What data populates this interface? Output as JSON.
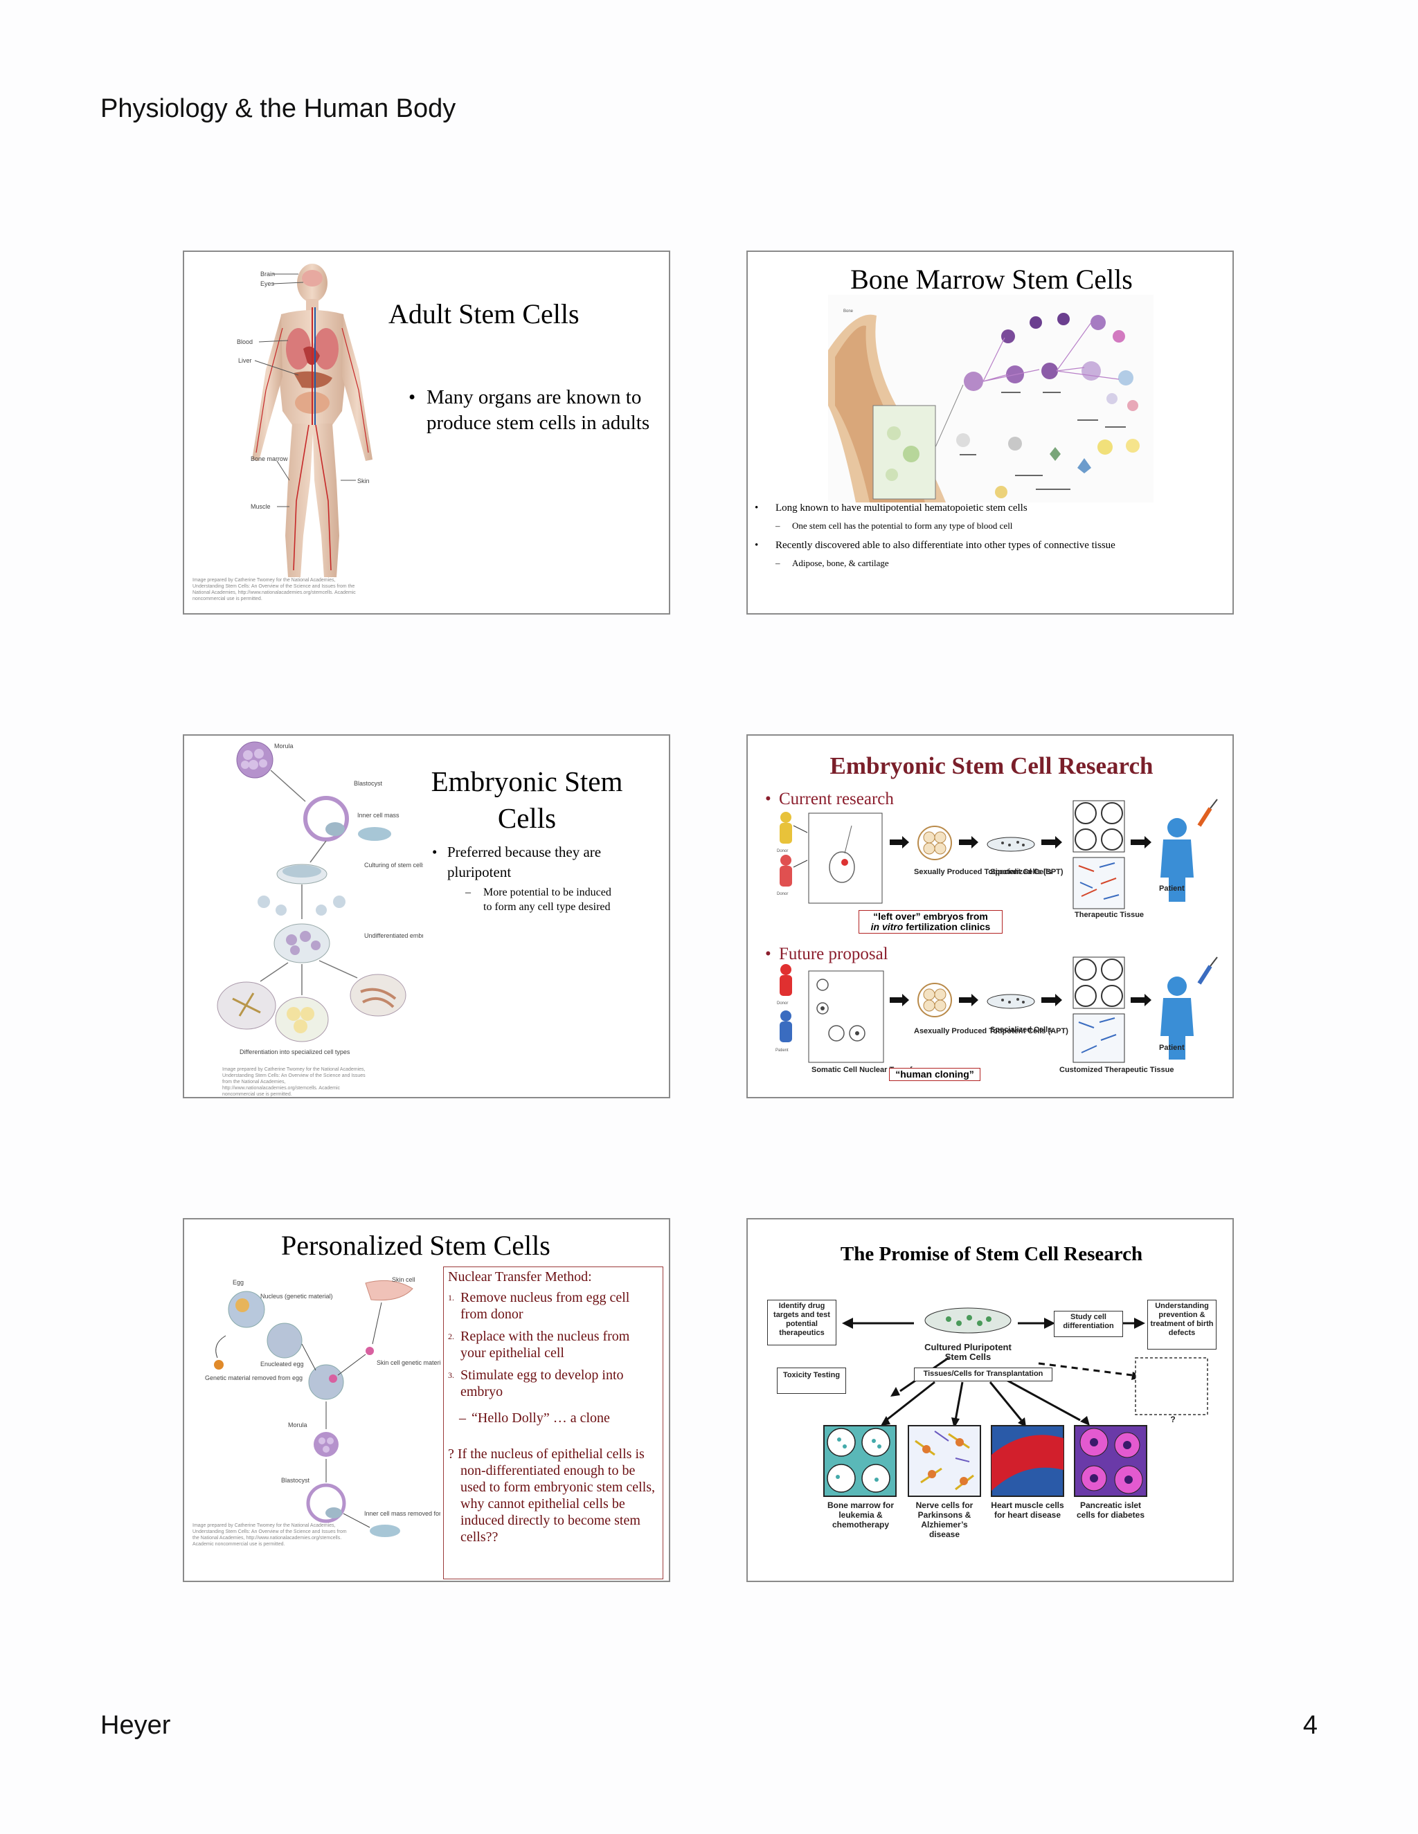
{
  "header": {
    "title": "Physiology & the Human Body"
  },
  "footer": {
    "author": "Heyer",
    "page_number": "4"
  },
  "slides": [
    {
      "title": "Adult Stem Cells",
      "bullets": [
        "Many organs are known to produce stem cells in adults"
      ],
      "figure_labels": [
        "Brain",
        "Eyes",
        "Blood",
        "Liver",
        "Bone marrow",
        "Skin",
        "Muscle"
      ],
      "credit": "Image prepared by Catherine Twomey for the National Academies, Understanding Stem Cells: An Overview of the Science and Issues from the National Academies, http://www.nationalacademies.org/stemcells. Academic noncommercial use is permitted."
    },
    {
      "title": "Bone Marrow Stem Cells",
      "bullets": [
        {
          "text": "Long known to have multipotential hematopoietic stem cells",
          "sub": "One stem cell has the potential to form any type of blood cell"
        },
        {
          "text": "Recently discovered able to also differentiate into other types of connective tissue",
          "sub": "Adipose, bone, & cartilage"
        }
      ],
      "figure_labels": [
        "Bone"
      ]
    },
    {
      "title": "Embryonic Stem Cells",
      "bullets": [
        {
          "text": "Preferred because they are pluripotent",
          "sub": "More potential to be induced to form any cell type desired"
        }
      ],
      "figure_labels": [
        "Morula",
        "Blastocyst",
        "Inner cell mass",
        "Culturing of stem cells",
        "Undifferentiated embryonic stem cells",
        "Differentiation into specialized cell types"
      ],
      "credit": "Image prepared by Catherine Twomey for the National Academies, Understanding Stem Cells: An Overview of the Science and Issues from the National Academies, http://www.nationalacademies.org/stemcells. Academic noncommercial use is permitted."
    },
    {
      "title": "Embryonic Stem Cell Research",
      "current": {
        "heading": "Current research",
        "labels": [
          "Donor",
          "Donor",
          "Sexually Produced Totipotent Cells (SPT)",
          "Specialized Cells",
          "Therapeutic Tissue",
          "Patient"
        ],
        "box": [
          "“left over” embryos from",
          "in vitro",
          "fertilization clinics"
        ]
      },
      "future": {
        "heading": "Future proposal",
        "labels": [
          "Donor",
          "Patient",
          "Somatic Cell Nuclear Transfer",
          "Asexually Produced Totipotent Cells (APT)",
          "Specialized Cells",
          "Customized Therapeutic Tissue",
          "Patient"
        ],
        "box": "“human cloning”"
      }
    },
    {
      "title": "Personalized Stem Cells",
      "method_heading": "Nuclear Transfer Method:",
      "steps": [
        "Remove nucleus from egg cell from donor",
        "Replace with the nucleus from your epithelial cell",
        "Stimulate egg to develop into embryo"
      ],
      "step_note": "“Hello Dolly” … a clone",
      "question": "? If the nucleus of epithelial cells is non-differentiated enough to be used to form embryonic stem cells, why cannot epithelial cells be induced directly to become stem cells??",
      "figure_labels": [
        "Egg",
        "Nucleus (genetic material)",
        "Skin cell",
        "Skin cell genetic material",
        "Genetic material removed from egg",
        "Enucleated egg",
        "Morula",
        "Blastocyst",
        "Inner cell mass removed for stem cell culture"
      ],
      "credit": "Image prepared by Catherine Twomey for the National Academies, Understanding Stem Cells: An Overview of the Science and Issues from the National Academies, http://www.nationalacademies.org/stemcells. Academic noncommercial use is permitted."
    },
    {
      "title": "The Promise of Stem Cell Research",
      "center": "Cultured Pluripotent Stem Cells",
      "boxes": {
        "drug": "Identify drug targets and test potential therapeutics",
        "study": "Study cell differentiation",
        "understanding": "Understanding prevention & treatment of birth defects",
        "toxicity": "Toxicity Testing",
        "transplant": "Tissues/Cells for Transplantation",
        "unknown": "?"
      },
      "tiles": [
        {
          "label": "Bone marrow for leukemia & chemotherapy"
        },
        {
          "label": "Nerve cells for Parkinsons & Alzhiemer’s disease"
        },
        {
          "label": "Heart muscle cells for heart disease"
        },
        {
          "label": "Pancreatic islet cells for diabetes"
        }
      ]
    }
  ]
}
